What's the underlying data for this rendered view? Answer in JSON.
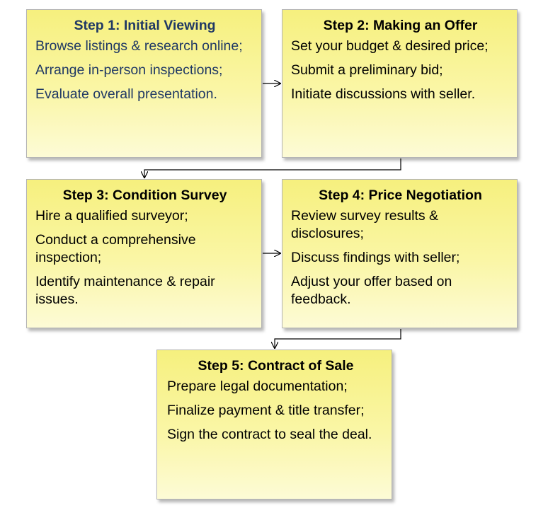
{
  "steps": [
    {
      "title": "Step 1: Initial Viewing",
      "items": [
        "Browse listings & research online;",
        "Arrange in-person inspections;",
        "Evaluate overall presentation."
      ],
      "text_color": "#1f3864"
    },
    {
      "title": "Step 2: Making an Offer",
      "items": [
        "Set your budget & desired price;",
        "Submit a preliminary bid;",
        "Initiate discussions with seller."
      ],
      "text_color": "#000000"
    },
    {
      "title": "Step 3: Condition Survey",
      "items": [
        "Hire a qualified surveyor;",
        "Conduct a comprehensive inspection;",
        "Identify maintenance & repair issues."
      ],
      "text_color": "#000000"
    },
    {
      "title": "Step 4: Price Negotiation",
      "items": [
        "Review survey results & disclosures;",
        "Discuss findings with seller;",
        "Adjust your offer based on feedback."
      ],
      "text_color": "#000000"
    },
    {
      "title": "Step 5: Contract of Sale",
      "items": [
        "Prepare legal documentation;",
        "Finalize payment & title transfer;",
        "Sign the contract to seal the deal."
      ],
      "text_color": "#000000"
    }
  ],
  "colors": {
    "box_fill_top": "#f6f07e",
    "box_fill_bottom": "#fdfbd6",
    "box_border": "#b4b4b4",
    "connector": "#000000"
  }
}
